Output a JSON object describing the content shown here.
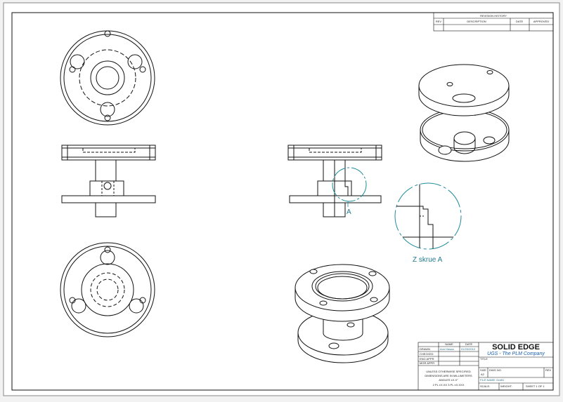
{
  "revision_history": {
    "title": "REVISION HISTORY",
    "columns": [
      "REV",
      "DESCRIPTION",
      "DATE",
      "APPROVED"
    ]
  },
  "title_block": {
    "col_name": "NAME",
    "col_date": "DATE",
    "rows": [
      {
        "label": "DRAWN",
        "name": "Ann Hasan",
        "date": "01/25/2010"
      },
      {
        "label": "CHECKED",
        "name": "",
        "date": ""
      },
      {
        "label": "ENG APPR",
        "name": "",
        "date": ""
      },
      {
        "label": "MGR APPR",
        "name": "",
        "date": ""
      }
    ],
    "notes": [
      "UNLESS OTHERWISE SPECIFIED",
      "DIMENSIONS ARE IN MILLIMETERS",
      "ANGLES ±X.X°",
      "2 PL ±X.XX  3 PL ±X.XXX"
    ],
    "brand": "SOLID EDGE",
    "brand_sub": "UGS - The PLM Company",
    "title_label": "TITLE",
    "size_label": "SIZE",
    "size_value": "A2",
    "dwg_label": "DWG NO",
    "rev_label": "REV",
    "file_name": "FILE NAME: Draft1",
    "scale_label": "SCALE:",
    "weight_label": "WEIGHT:",
    "sheet_label": "SHEET 1 OF 1"
  },
  "annotations": {
    "detail_marker": "A",
    "detail_view_label": "Z skrue A"
  },
  "colors": {
    "line": "#111111",
    "detail": "#1f8a9c",
    "paper": "#ffffff"
  }
}
